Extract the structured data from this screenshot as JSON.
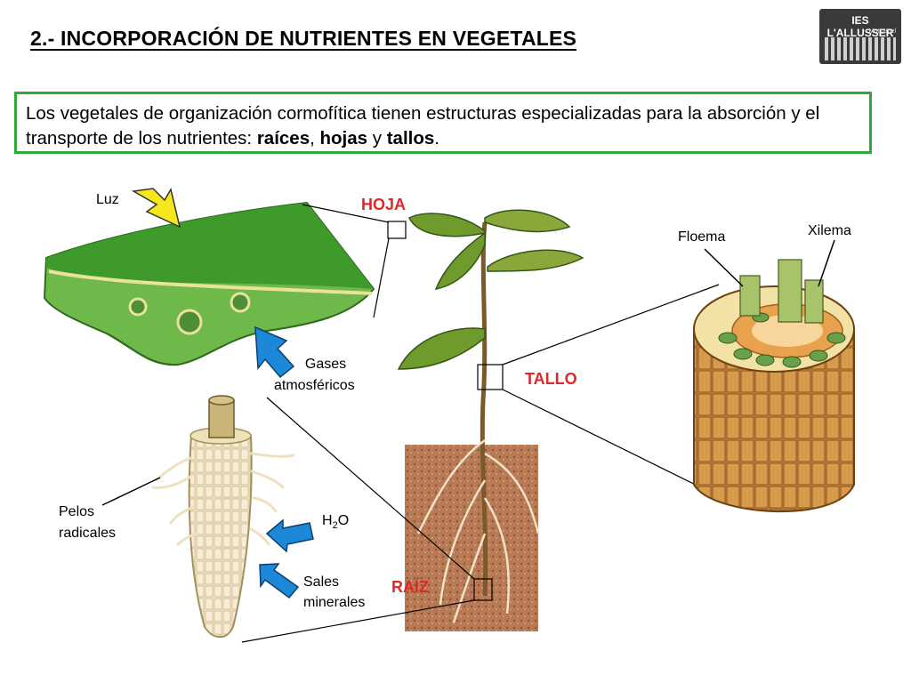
{
  "title": "2.- INCORPORACIÓN DE NUTRIENTES EN VEGETALES",
  "logo": {
    "text": "IES L'ALLUSSER",
    "sub": "Mutxamel"
  },
  "intro": {
    "part1": "Los vegetales de organización cormofítica tienen estructuras especializadas para la absorción y el transporte de los nutrientes: ",
    "raices": "raíces",
    "sep1": ", ",
    "hojas": "hojas",
    "sep2": " y ",
    "tallos": "tallos",
    "end": "."
  },
  "labels": {
    "luz": "Luz",
    "hoja": "HOJA",
    "floema": "Floema",
    "xilema": "Xilema",
    "gases_1": "Gases",
    "gases_2": "atmosféricos",
    "tallo": "TALLO",
    "pelos_1": "Pelos",
    "pelos_2": "radicales",
    "h2o_h": "H",
    "h2o_2": "2",
    "h2o_o": "O",
    "sales_1": "Sales",
    "sales_2": "minerales",
    "raiz": "RAÍZ"
  },
  "colors": {
    "accent_green": "#2faa3a",
    "label_red": "#e3262a",
    "arrow_blue": "#1e88d8",
    "arrow_yellow": "#f5e61e"
  }
}
